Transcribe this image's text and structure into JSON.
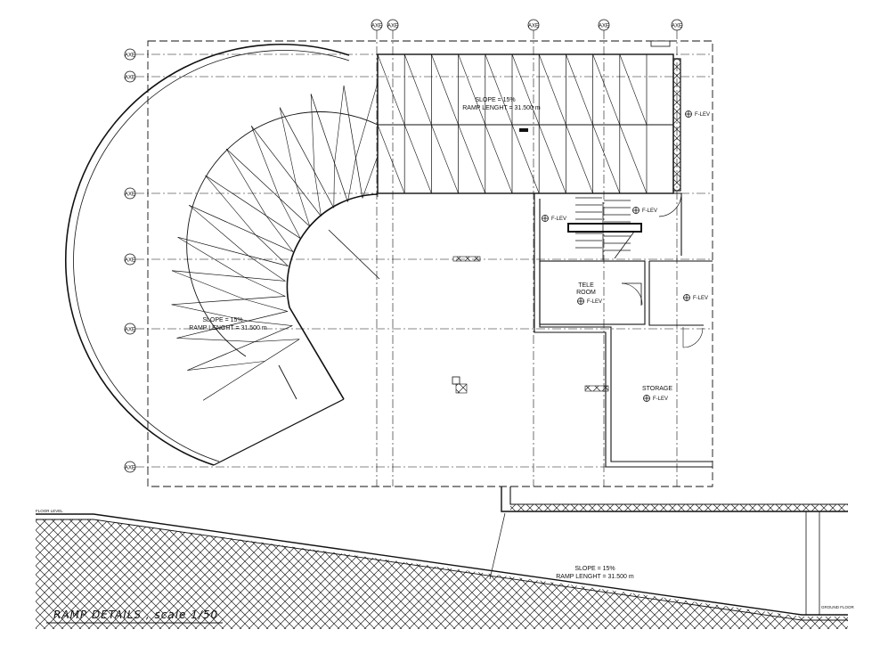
{
  "axis_labels": {
    "top": [
      "AXE",
      "AXE",
      "AXE",
      "AXE",
      "AXE"
    ],
    "left": [
      "AXE",
      "AXE",
      "AXE",
      "AXE",
      "AXE",
      "AXE"
    ]
  },
  "upper_ramp": {
    "slope": "SLOPE = 15%",
    "length": "RAMP LENGHT = 31.500 m"
  },
  "curved_ramp": {
    "slope": "SLOPE = 15%",
    "length": "RAMP LENGHT = 31.500 m"
  },
  "rooms": {
    "tele_line1": "TELE",
    "tele_line2": "ROOM",
    "storage": "STORAGE"
  },
  "levels": {
    "right_upper": "F-LEV",
    "stair": "F-LEV",
    "landing": "F-LEV",
    "tele": "F-LEV",
    "right_mid": "F-LEV",
    "storage": "F-LEV"
  },
  "section": {
    "slope": "SLOPE = 15%",
    "length": "RAMP LENGHT = 31.500 m",
    "caption": "RAMP DETAILS , scale 1/50"
  },
  "colors": {
    "line": "#111111",
    "background": "#ffffff"
  }
}
